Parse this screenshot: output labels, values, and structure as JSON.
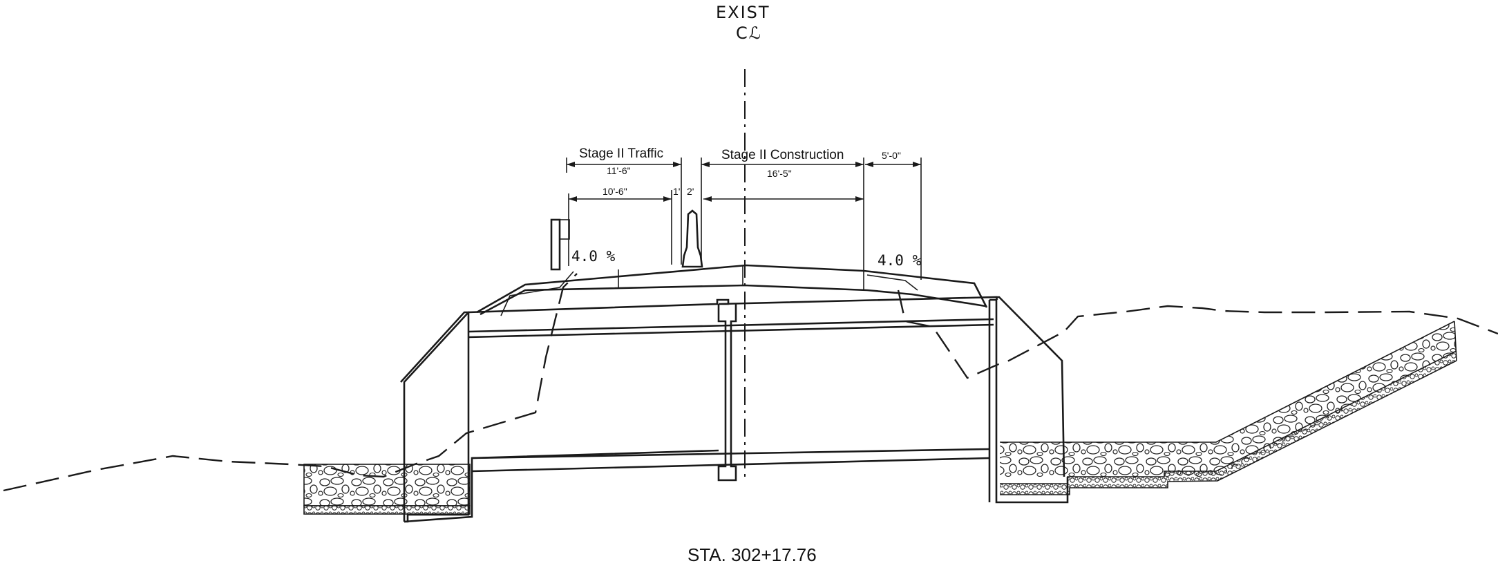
{
  "drawing": {
    "centerline_label": "EXIST",
    "centerline_symbol": "Cℒ",
    "station_label": "STA. 302+17.76"
  },
  "dimensions": {
    "stage2_traffic": {
      "title": "Stage II Traffic",
      "value": "11'-6\""
    },
    "stage2_construction": {
      "title": "Stage II Construction",
      "value": "16'-5\""
    },
    "shoulder": {
      "value": "5'-0\""
    },
    "lane": {
      "value": "10'-6\""
    },
    "offset": {
      "value": "1'"
    },
    "barrier": {
      "value": "2'"
    }
  },
  "slopes": {
    "left": "4.0 %",
    "right": "4.0 %"
  }
}
